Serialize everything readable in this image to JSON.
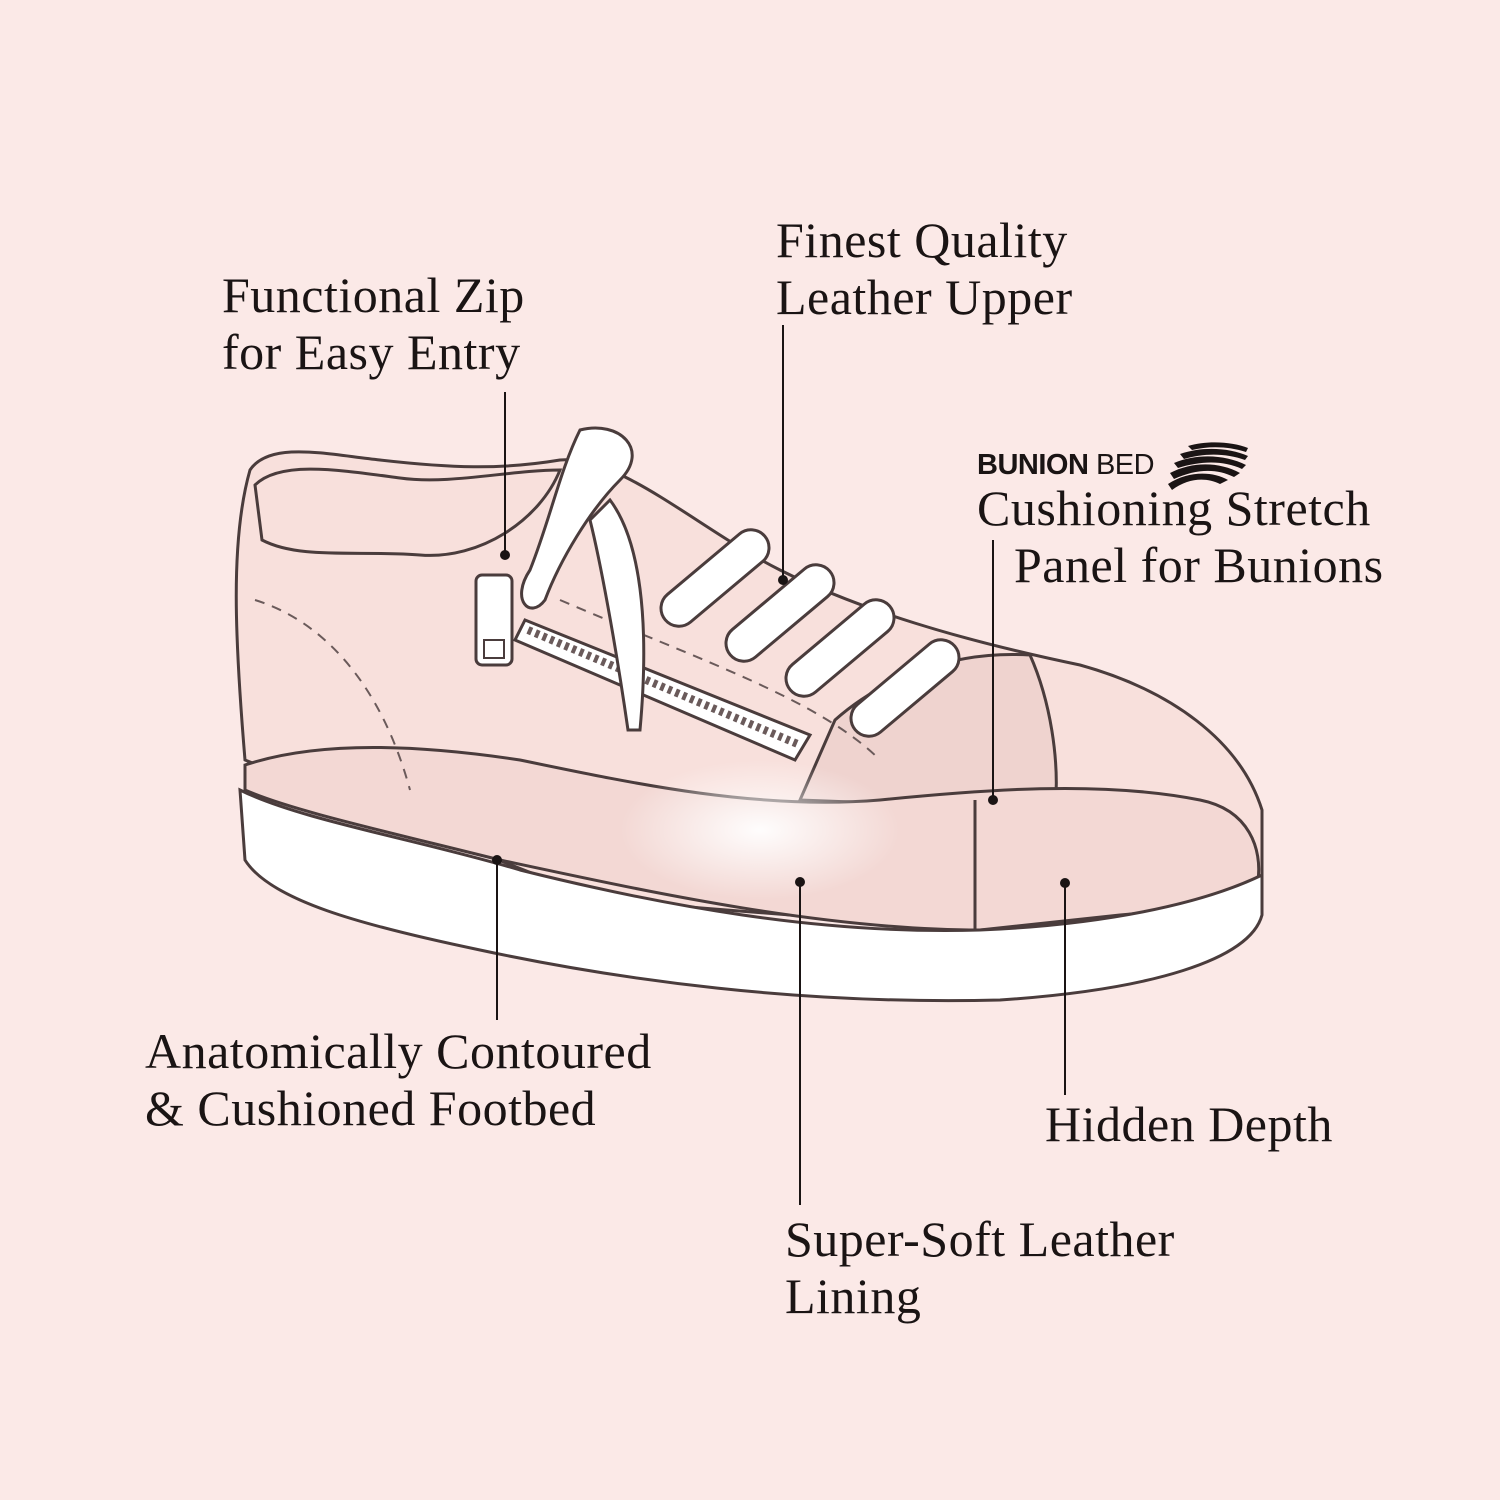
{
  "background_color": "#fbe9e7",
  "line_color": "#1a1414",
  "illustration": {
    "subject": "sneaker-line-drawing",
    "sole_color": "#ffffff",
    "upper_color": "#f8e0dc",
    "panel_color": "#efd3cf"
  },
  "brand": {
    "name_bold": "BUNION",
    "name_regular": "BED",
    "icon": "wave-stripes-icon"
  },
  "callouts": [
    {
      "id": "zip",
      "lines": [
        "Functional Zip",
        "for Easy Entry"
      ]
    },
    {
      "id": "leather-upper",
      "lines": [
        "Finest Quality",
        "Leather Upper"
      ]
    },
    {
      "id": "stretch-panel",
      "lines": [
        "Cushioning Stretch",
        "Panel for Bunions"
      ]
    },
    {
      "id": "footbed",
      "lines": [
        "Anatomically Contoured",
        "& Cushioned Footbed"
      ]
    },
    {
      "id": "hidden-depth",
      "lines": [
        "Hidden Depth"
      ]
    },
    {
      "id": "lining",
      "lines": [
        "Super-Soft Leather",
        "Lining"
      ]
    }
  ]
}
